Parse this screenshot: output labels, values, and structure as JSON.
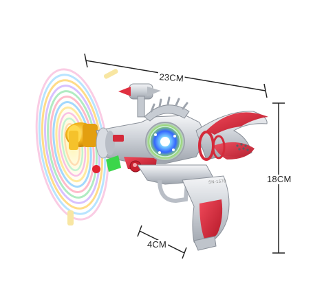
{
  "dimensions": {
    "width": "23CM",
    "height": "18CM",
    "grip": "4CM"
  },
  "product": {
    "body_text": "SN-1578"
  },
  "colors": {
    "background": "#ffffff",
    "body_silver": "#d9dce1",
    "accent_red": "#d42a3a",
    "spinner_yellow": "#f2b31c",
    "light_blue": "#2f7cff",
    "dimension_line": "#222222"
  }
}
